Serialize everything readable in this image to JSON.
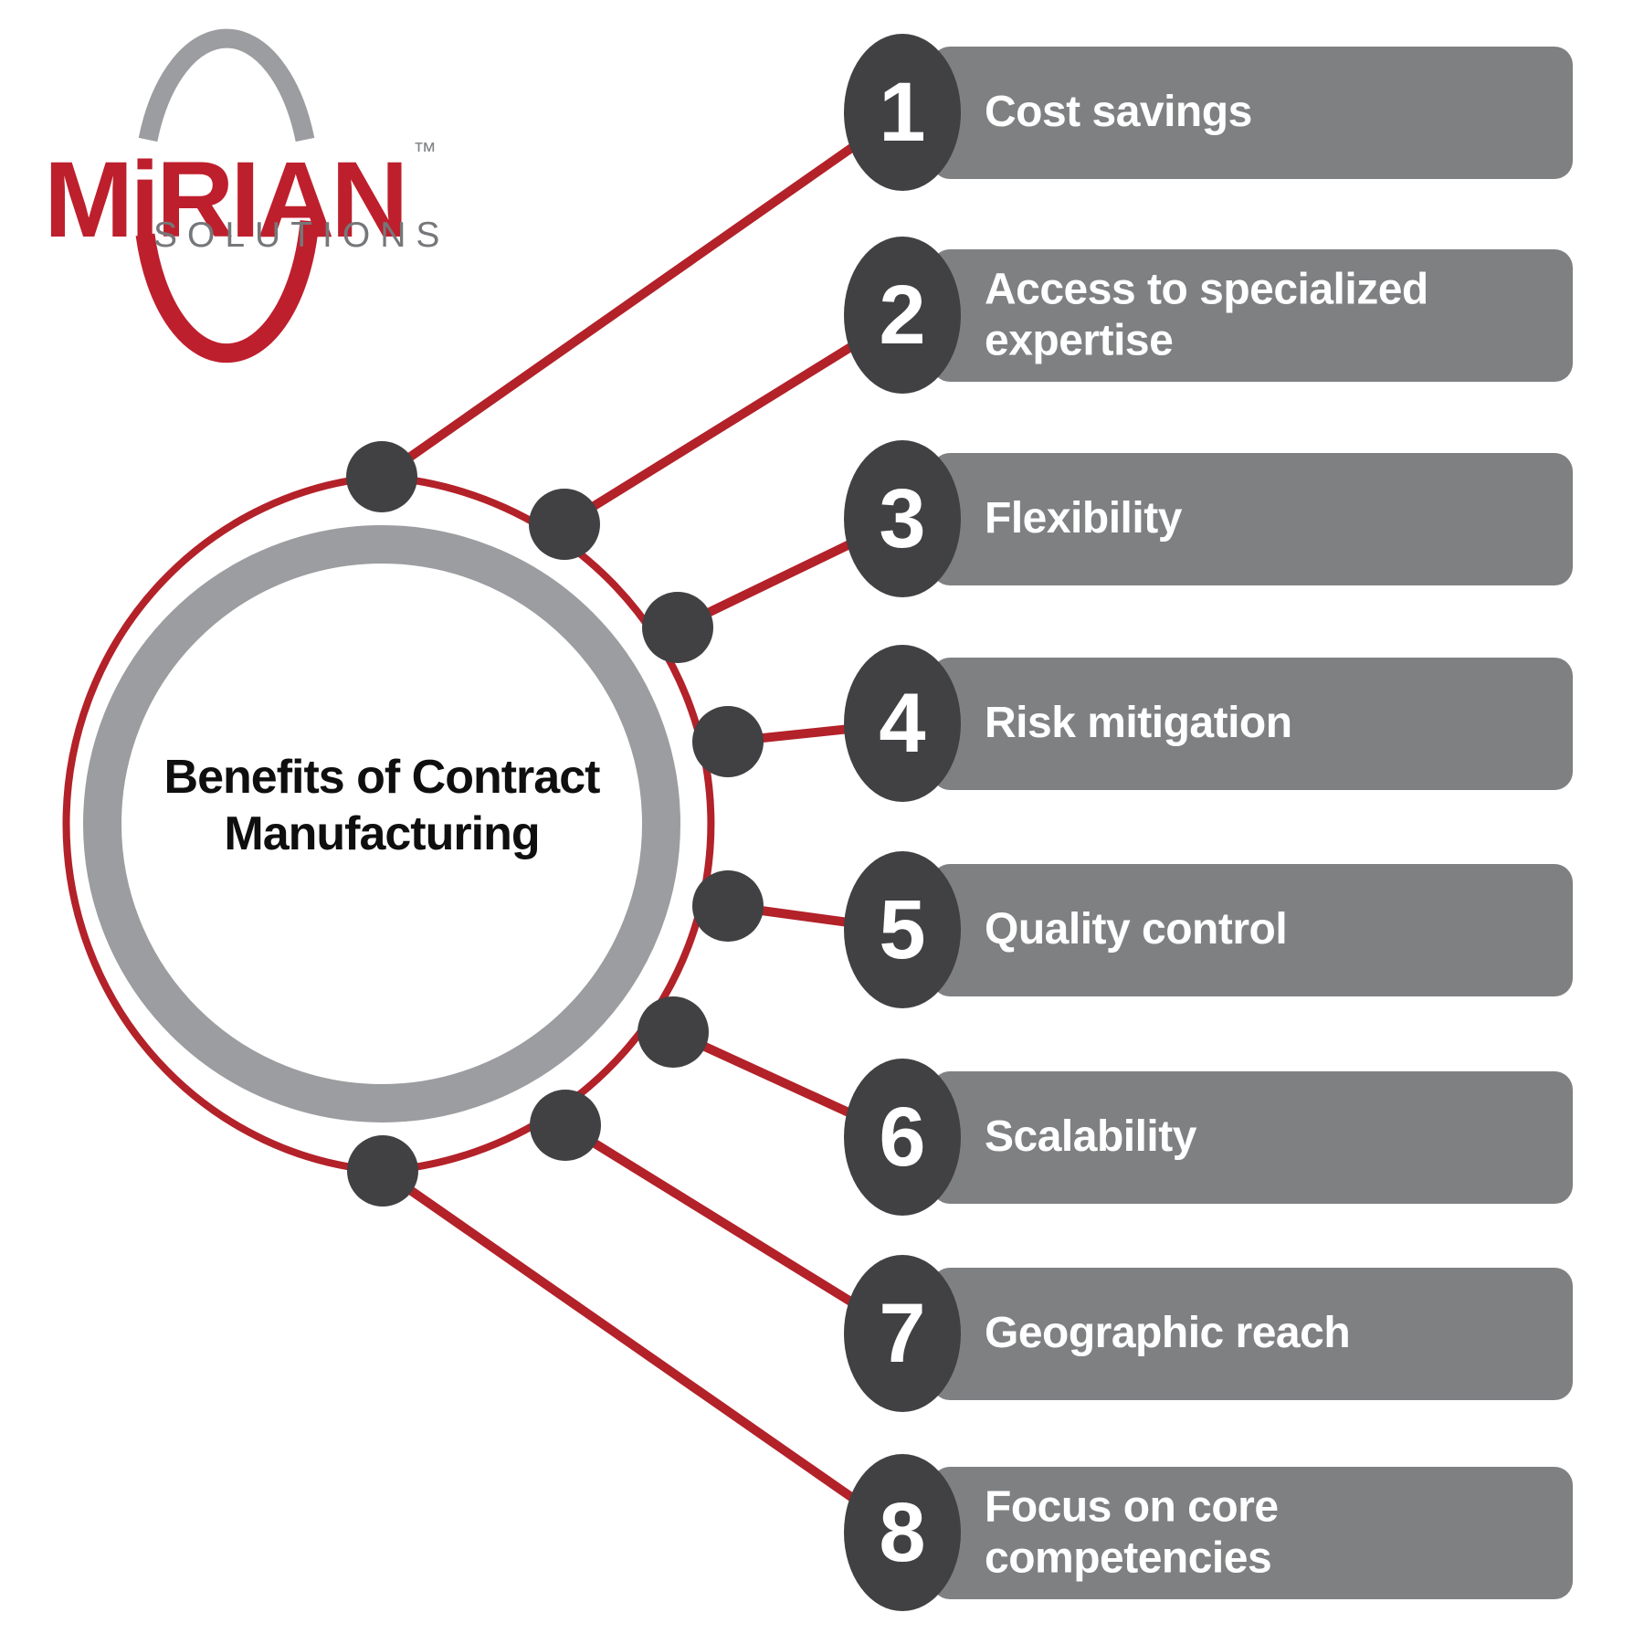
{
  "logo": {
    "brand": "MiRIAN",
    "trademark": "™",
    "subtitle": "SOLUTIONS"
  },
  "center_circle": {
    "title": "Benefits of Contract\nManufacturing"
  },
  "items": [
    {
      "number": "1",
      "label": "Cost savings"
    },
    {
      "number": "2",
      "label": "Access to specialized\nexpertise"
    },
    {
      "number": "3",
      "label": "Flexibility"
    },
    {
      "number": "4",
      "label": "Risk mitigation"
    },
    {
      "number": "5",
      "label": "Quality control"
    },
    {
      "number": "6",
      "label": "Scalability"
    },
    {
      "number": "7",
      "label": "Geographic reach"
    },
    {
      "number": "8",
      "label": "Focus on core\ncompetencies"
    }
  ],
  "colors": {
    "accent_red": "#b32129",
    "logo_red": "#be1f2d",
    "bar_gray": "#7f8082",
    "node_dark": "#414144",
    "ring_gray": "#9c9da0",
    "subtitle_gray": "#76777a"
  }
}
